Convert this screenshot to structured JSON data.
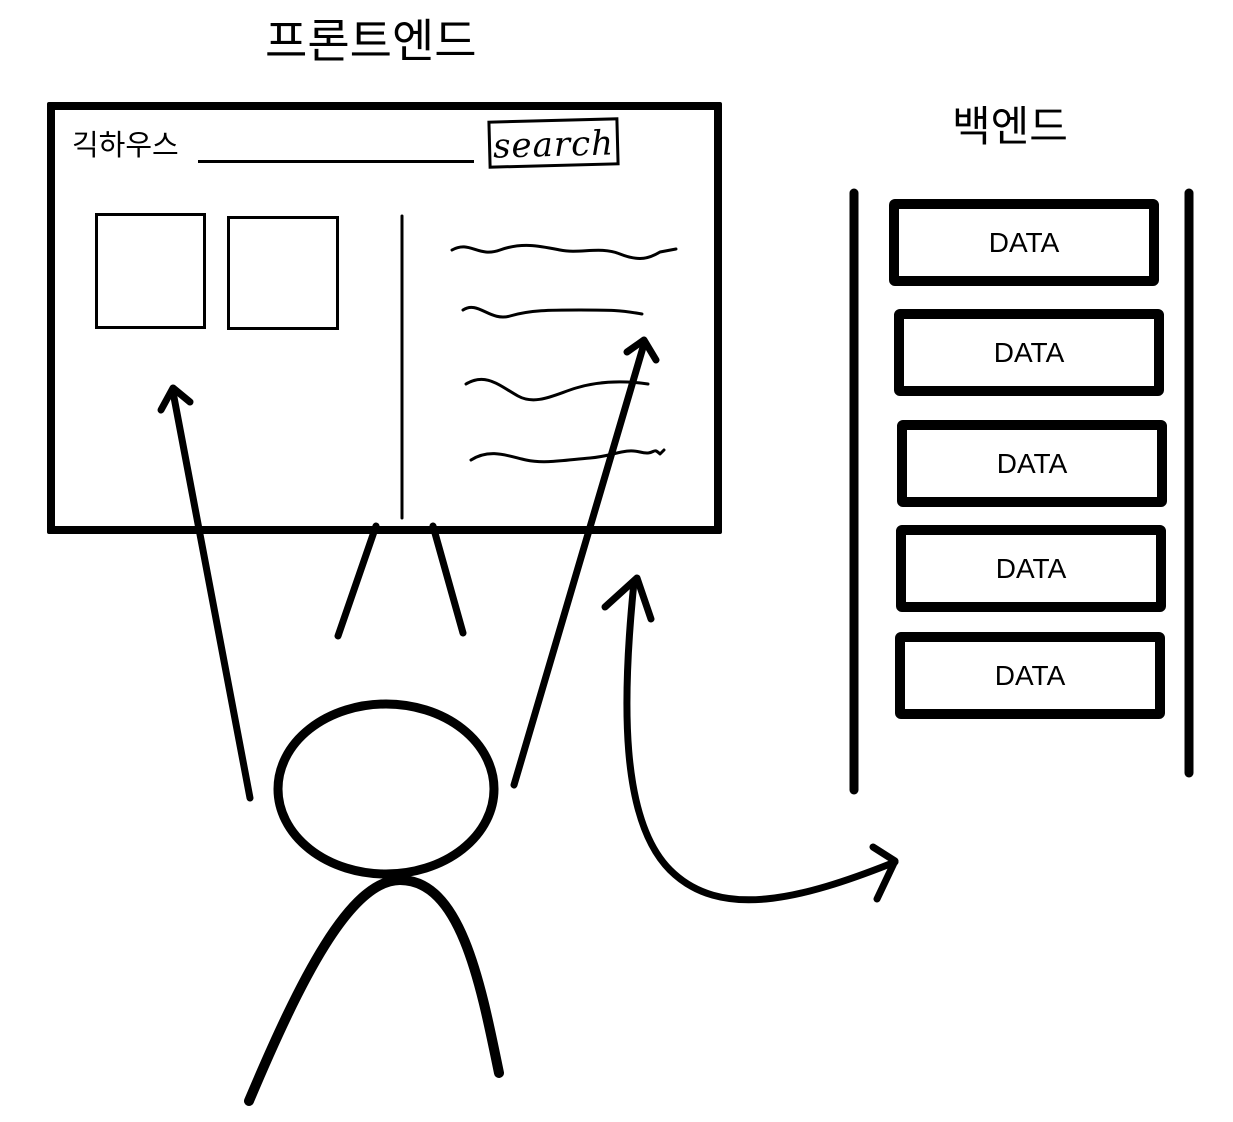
{
  "frontend": {
    "title": "프론트엔드",
    "site_name": "긱하우스",
    "search_label": "search"
  },
  "backend": {
    "title": "백엔드",
    "data_blocks": [
      "DATA",
      "DATA",
      "DATA",
      "DATA",
      "DATA"
    ]
  }
}
